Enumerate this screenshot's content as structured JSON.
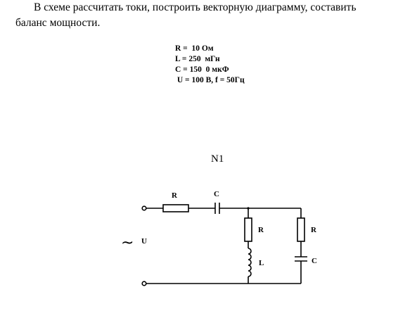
{
  "task": {
    "line1": "В схеме  рассчитать токи, построить векторную  диаграмму, составить",
    "line2": "баланс мощности."
  },
  "params": [
    "R =  10 Ом",
    "L = 250  мГн",
    "C = 150  0 мкФ",
    " U = 100 В, f = 50Гц"
  ],
  "figure": {
    "title": "N1",
    "labels": {
      "r_series": "R",
      "c_series": "C",
      "r_branch1": "R",
      "l_branch1": "L",
      "r_branch2": "R",
      "c_branch2": "C",
      "source": "U",
      "source_symbol": "~"
    }
  }
}
